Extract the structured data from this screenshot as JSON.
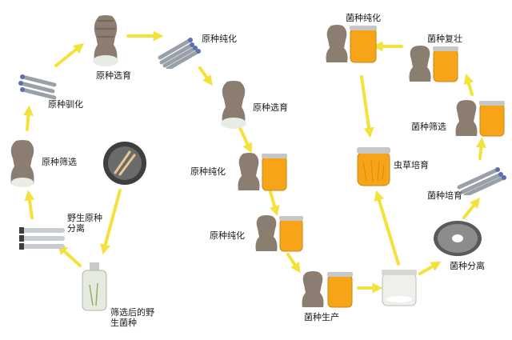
{
  "colors": {
    "arrow": "#f2e23a",
    "jar_fill": "#f7a419",
    "cloth": "#8b7d6f",
    "tube_cap": "#5d6fb0",
    "plate_rim": "#5a5a5a"
  },
  "nodes": [
    {
      "id": "orig-select-top",
      "label": "原种选育",
      "icon": "cloth-covered-flask"
    },
    {
      "id": "orig-purify-1",
      "label": "原种纯化",
      "icon": "test-tubes"
    },
    {
      "id": "orig-select-2",
      "label": "原种选育",
      "icon": "cloth-covered-flask"
    },
    {
      "id": "orig-purify-2",
      "label": "原种纯化",
      "icon": "flask-and-jar"
    },
    {
      "id": "orig-purify-3",
      "label": "原种纯化",
      "icon": "flask-and-jar"
    },
    {
      "id": "strain-production",
      "label": "菌种生产",
      "icon": "flask-and-jar"
    },
    {
      "id": "plain-jar",
      "label": "",
      "icon": "empty-jar"
    },
    {
      "id": "strain-isolation",
      "label": "菌种分离",
      "icon": "petri-dish"
    },
    {
      "id": "strain-culture",
      "label": "菌种培育",
      "icon": "test-tubes"
    },
    {
      "id": "strain-screen",
      "label": "菌种筛选",
      "icon": "flask-and-jar"
    },
    {
      "id": "strain-rejuvenate",
      "label": "菌种复壮",
      "icon": "flask-and-jar"
    },
    {
      "id": "strain-purify",
      "label": "菌种纯化",
      "icon": "flask-and-jar"
    },
    {
      "id": "cordyceps-culture",
      "label": "虫草培育",
      "icon": "cordyceps-jar"
    },
    {
      "id": "orig-domesticate",
      "label": "原种驯化",
      "icon": "test-tubes"
    },
    {
      "id": "orig-screen",
      "label": "原种筛选",
      "icon": "cloth-covered-flask"
    },
    {
      "id": "wild-isolation",
      "label": "野生原种分离",
      "icon": "horizontal-tubes"
    },
    {
      "id": "wild-cordyceps",
      "label": "",
      "icon": "wild-cordyceps-plate"
    },
    {
      "id": "screened-wild",
      "label": "筛选后的野生菌种",
      "icon": "bottle"
    }
  ]
}
